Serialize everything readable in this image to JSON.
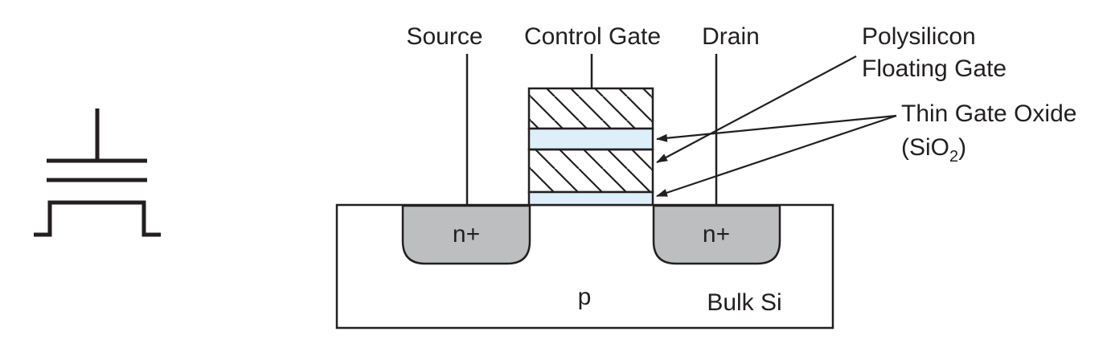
{
  "diagram": {
    "labels": {
      "source": "Source",
      "control_gate": "Control Gate",
      "drain": "Drain",
      "floating_gate_line1": "Polysilicon",
      "floating_gate_line2": "Floating Gate",
      "oxide_line1": "Thin Gate Oxide",
      "oxide_line2_open": "(SiO",
      "oxide_line2_sub": "2",
      "oxide_line2_close": ")",
      "source_doping": "n+",
      "drain_doping": "n+",
      "substrate_doping": "p",
      "substrate_name": "Bulk Si"
    },
    "colors": {
      "stroke": "#231f20",
      "oxide": "#ddf0fa",
      "diffusion": "#bdbec0",
      "substrate": "#ffffff"
    }
  }
}
